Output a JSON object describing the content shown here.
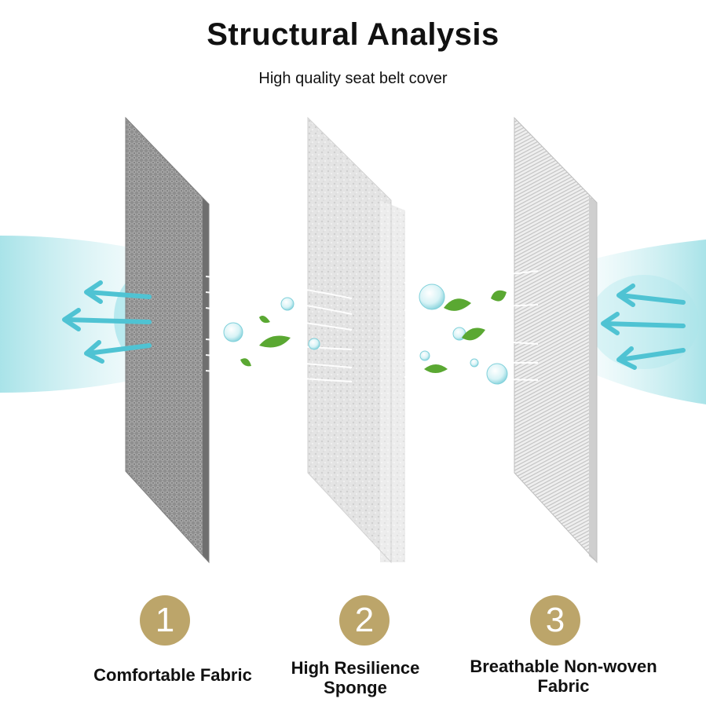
{
  "header": {
    "title": "Structural Analysis",
    "subtitle": "High quality seat belt cover"
  },
  "layers": [
    {
      "number": "1",
      "label": "Comfortable Fabric"
    },
    {
      "number": "2",
      "label": "High Resilience Sponge"
    },
    {
      "number": "3",
      "label": "Breathable Non-woven Fabric"
    }
  ],
  "colors": {
    "badge": "#bca56a",
    "airflow": "#5cc6d4",
    "leaf": "#5aa832"
  }
}
